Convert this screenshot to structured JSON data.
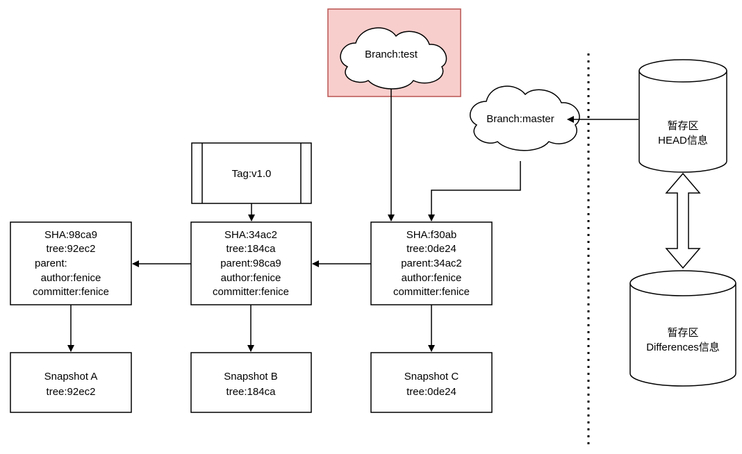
{
  "branch_test": {
    "label": "Branch:test",
    "fill": "#f8cecc",
    "stroke": "#b85450"
  },
  "branch_master": {
    "label": "Branch:master"
  },
  "tag": {
    "label": "Tag:v1.0"
  },
  "commits": [
    {
      "lines": [
        "SHA:98ca9",
        "tree:92ec2",
        "parent:",
        "author:fenice",
        "committer:fenice"
      ]
    },
    {
      "lines": [
        "SHA:34ac2",
        "tree:184ca",
        "parent:98ca9",
        "author:fenice",
        "committer:fenice"
      ]
    },
    {
      "lines": [
        "SHA:f30ab",
        "tree:0de24",
        "parent:34ac2",
        "author:fenice",
        "committer:fenice"
      ]
    }
  ],
  "snapshots": [
    {
      "title": "Snapshot A",
      "tree": "tree:92ec2"
    },
    {
      "title": "Snapshot B",
      "tree": "tree:184ca"
    },
    {
      "title": "Snapshot C",
      "tree": "tree:0de24"
    }
  ],
  "head_store": {
    "line1": "暂存区",
    "line2": "HEAD信息"
  },
  "diff_store": {
    "line1": "暂存区",
    "line2": "Differences信息"
  }
}
